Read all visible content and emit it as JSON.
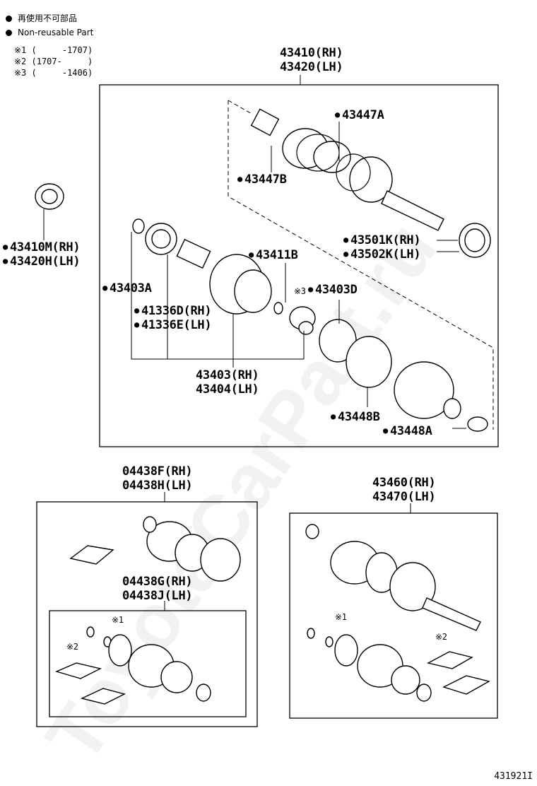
{
  "legend": {
    "reuse_jp": "再使用不可部品",
    "reuse_en": "Non-reusable Part",
    "note1": "※1 (     -1707)",
    "note2": "※2 (1707-     )",
    "note3": "※3 (     -1406)"
  },
  "assembly": {
    "main_rh": "43410(RH)",
    "main_lh": "43420(LH)",
    "inner_rh": "43403(RH)",
    "inner_lh": "43404(LH)",
    "kit_boot_rh": "04438F(RH)",
    "kit_boot_lh": "04438H(LH)",
    "kit_inner_rh": "04438G(RH)",
    "kit_inner_lh": "04438J(LH)",
    "alt_rh": "43460(RH)",
    "alt_lh": "43470(LH)"
  },
  "callouts": {
    "c43447A": "43447A",
    "c43447B": "43447B",
    "c43410M": "43410M(RH)",
    "c43420H": "43420H(LH)",
    "c43501K": "43501K(RH)",
    "c43502K": "43502K(LH)",
    "c43411B": "43411B",
    "c43403A": "43403A",
    "c43403D": "43403D",
    "c41336D": "41336D(RH)",
    "c41336E": "41336E(LH)",
    "c43448B": "43448B",
    "c43448A": "43448A"
  },
  "markers": {
    "note3": "※3",
    "note1": "※1",
    "note2": "※2"
  },
  "diagram_id": "431921I",
  "watermark": "ToyotaCarPart.ru"
}
